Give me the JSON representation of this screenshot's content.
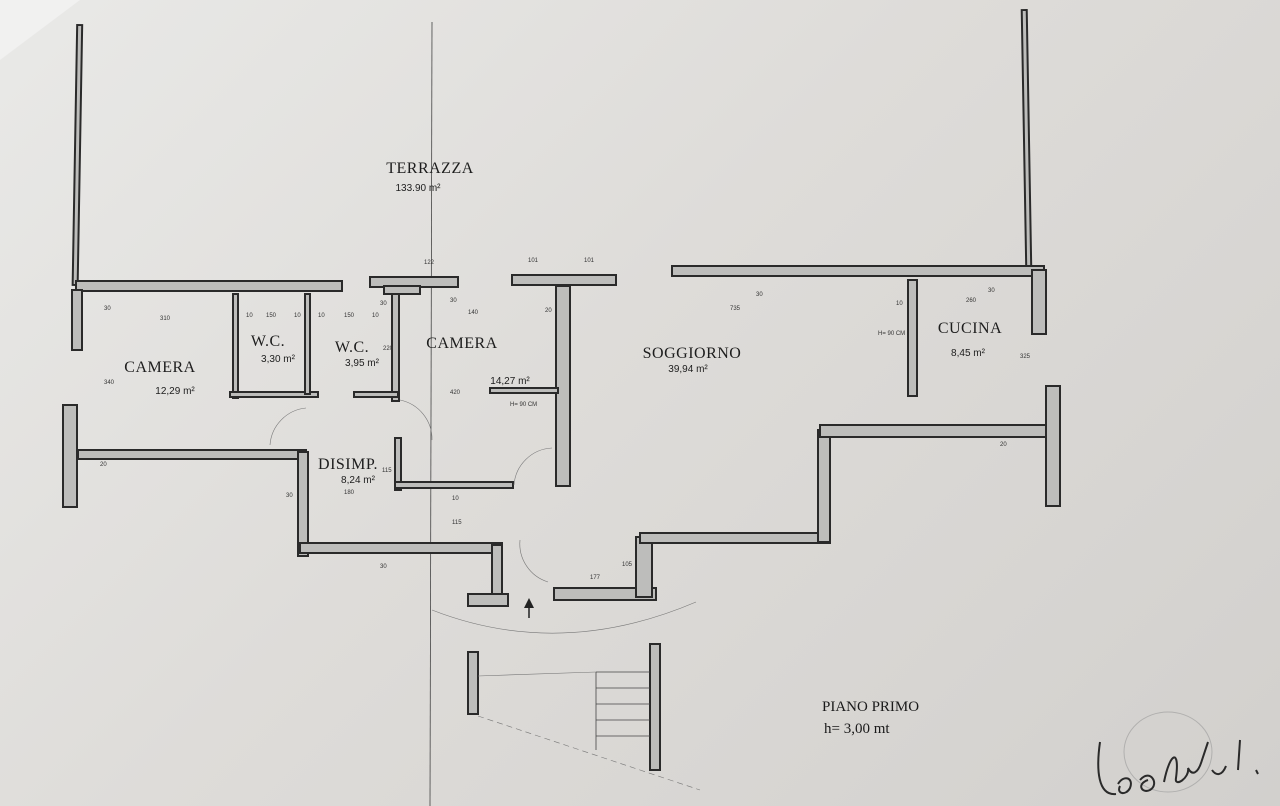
{
  "rooms": {
    "terrace": {
      "name": "TERRAZZA",
      "area": "133.90 m²"
    },
    "bedroom_left": {
      "name": "CAMERA",
      "area": "12,29 m²"
    },
    "wc_1": {
      "name": "W.C.",
      "area": "3,30 m²"
    },
    "wc_2": {
      "name": "W.C.",
      "area": "3,95 m²"
    },
    "bedroom_center": {
      "name": "CAMERA",
      "area": "14,27 m²"
    },
    "living": {
      "name": "SOGGIORNO",
      "area": "39,94 m²"
    },
    "kitchen": {
      "name": "CUCINA",
      "area": "8,45 m²"
    },
    "hallway": {
      "name": "DISIMP.",
      "area": "8,24 m²"
    }
  },
  "floor_label": {
    "name": "PIANO PRIMO",
    "height": "h= 3,00 mt"
  },
  "dimensions": {
    "d310": "310",
    "d10a": "10",
    "d150": "150",
    "d10b": "10",
    "d10c": "10",
    "d150b": "150",
    "d10d": "10",
    "d30a": "30",
    "d30b": "30",
    "d140": "140",
    "d20a": "20",
    "d101a": "101",
    "d101b": "101",
    "d122": "122",
    "d735": "735",
    "d30c": "30",
    "d10e": "10",
    "d260": "260",
    "d30d": "30",
    "d340": "340",
    "d30e": "30",
    "d20b": "20",
    "d180": "180",
    "d115a": "115",
    "d10f": "10",
    "d115b": "115",
    "d30f": "30",
    "d177": "177",
    "d105": "105",
    "d20c": "20",
    "d420": "420",
    "d220": "220",
    "d325": "325",
    "d30g": "30",
    "note_a": "H= 90 CM",
    "note_b": "H= 90 CM"
  },
  "signature": "Leo Bel."
}
